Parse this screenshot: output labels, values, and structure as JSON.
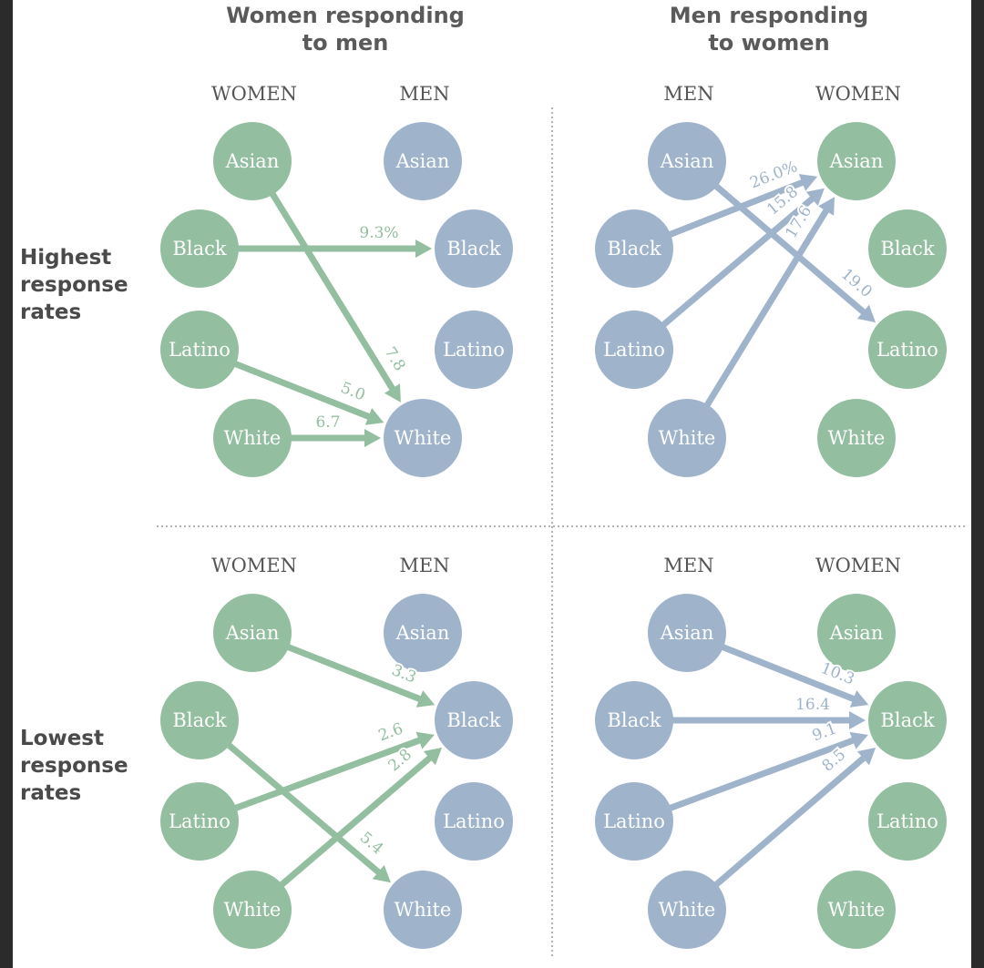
{
  "column_titles": [
    {
      "line1": "Women responding",
      "line2": "to men"
    },
    {
      "line1": "Men responding",
      "line2": "to women"
    }
  ],
  "row_labels": [
    {
      "line1": "Highest",
      "line2": "response",
      "line3": "rates"
    },
    {
      "line1": "Lowest",
      "line2": "response",
      "line3": "rates"
    }
  ],
  "colors": {
    "women": "#93bea0",
    "men": "#9fb3cb",
    "text": "#ffffff",
    "label": "#b0b0b0",
    "divider": "#999999"
  },
  "panels": [
    {
      "id": "women-to-men-highest",
      "left_header": "WOMEN",
      "right_header": "MEN",
      "left_gender": "women",
      "right_gender": "men",
      "left_nodes": [
        "Asian",
        "Black",
        "Latino",
        "White"
      ],
      "right_nodes": [
        "Asian",
        "Black",
        "Latino",
        "White"
      ],
      "arrows": [
        {
          "from": "Black",
          "to": "Black",
          "label": "9.3%"
        },
        {
          "from": "Asian",
          "to": "White",
          "label": "7.8"
        },
        {
          "from": "Latino",
          "to": "White",
          "label": "5.0"
        },
        {
          "from": "White",
          "to": "White",
          "label": "6.7"
        }
      ]
    },
    {
      "id": "men-to-women-highest",
      "left_header": "MEN",
      "right_header": "WOMEN",
      "left_gender": "men",
      "right_gender": "women",
      "left_nodes": [
        "Asian",
        "Black",
        "Latino",
        "White"
      ],
      "right_nodes": [
        "Asian",
        "Black",
        "Latino",
        "White"
      ],
      "arrows": [
        {
          "from": "Black",
          "to": "Asian",
          "label": "26.0%"
        },
        {
          "from": "Latino",
          "to": "Asian",
          "label": "15.8"
        },
        {
          "from": "White",
          "to": "Asian",
          "label": "17.6"
        },
        {
          "from": "Asian",
          "to": "Latino",
          "label": "19.0"
        }
      ]
    },
    {
      "id": "women-to-men-lowest",
      "left_header": "WOMEN",
      "right_header": "MEN",
      "left_gender": "women",
      "right_gender": "men",
      "left_nodes": [
        "Asian",
        "Black",
        "Latino",
        "White"
      ],
      "right_nodes": [
        "Asian",
        "Black",
        "Latino",
        "White"
      ],
      "arrows": [
        {
          "from": "Asian",
          "to": "Black",
          "label": "3.3"
        },
        {
          "from": "Latino",
          "to": "Black",
          "label": "2.6"
        },
        {
          "from": "White",
          "to": "Black",
          "label": "2.8"
        },
        {
          "from": "Black",
          "to": "White",
          "label": "5.4"
        }
      ]
    },
    {
      "id": "men-to-women-lowest",
      "left_header": "MEN",
      "right_header": "WOMEN",
      "left_gender": "men",
      "right_gender": "women",
      "left_nodes": [
        "Asian",
        "Black",
        "Latino",
        "White"
      ],
      "right_nodes": [
        "Asian",
        "Black",
        "Latino",
        "White"
      ],
      "arrows": [
        {
          "from": "Asian",
          "to": "Black",
          "label": "10.3"
        },
        {
          "from": "Black",
          "to": "Black",
          "label": "16.4"
        },
        {
          "from": "Latino",
          "to": "Black",
          "label": "9.1"
        },
        {
          "from": "White",
          "to": "Black",
          "label": "8.5"
        }
      ]
    }
  ]
}
